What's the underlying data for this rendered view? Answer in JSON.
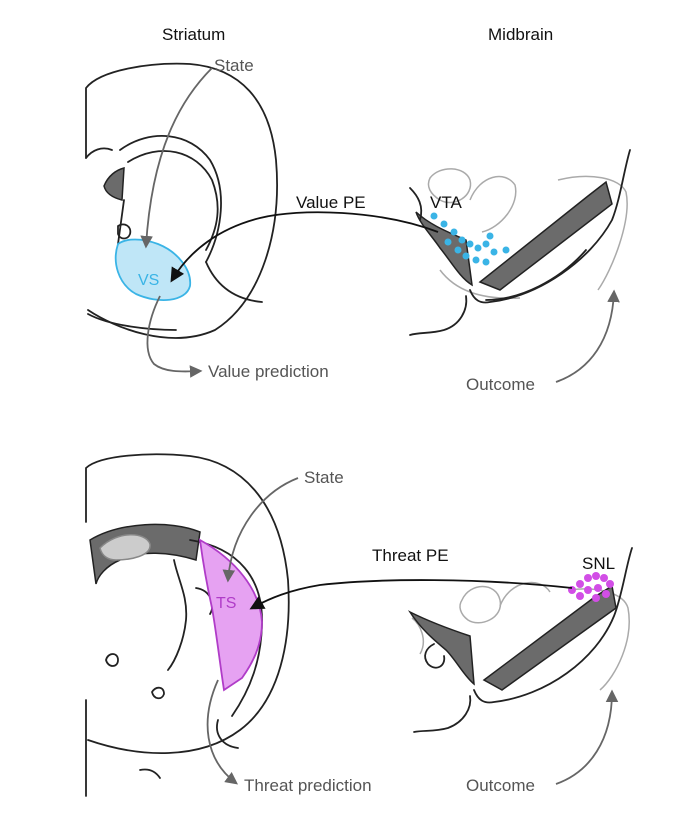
{
  "headers": {
    "striatum": "Striatum",
    "midbrain": "Midbrain"
  },
  "top_panel": {
    "state": "State",
    "signal": "Value PE",
    "region_label": "VS",
    "source_label": "VTA",
    "prediction": "Value prediction",
    "outcome": "Outcome"
  },
  "bottom_panel": {
    "state": "State",
    "signal": "Threat PE",
    "region_label": "TS",
    "source_label": "SNL",
    "prediction": "Threat prediction",
    "outcome": "Outcome"
  },
  "colors": {
    "vs_fill": "#bfe6f7",
    "vs_stroke": "#3ab4e6",
    "ts_fill": "#e6a2f2",
    "ts_stroke": "#b03cc8",
    "dark_structure": "#6b6b6b",
    "arrow_gray": "#666666"
  }
}
